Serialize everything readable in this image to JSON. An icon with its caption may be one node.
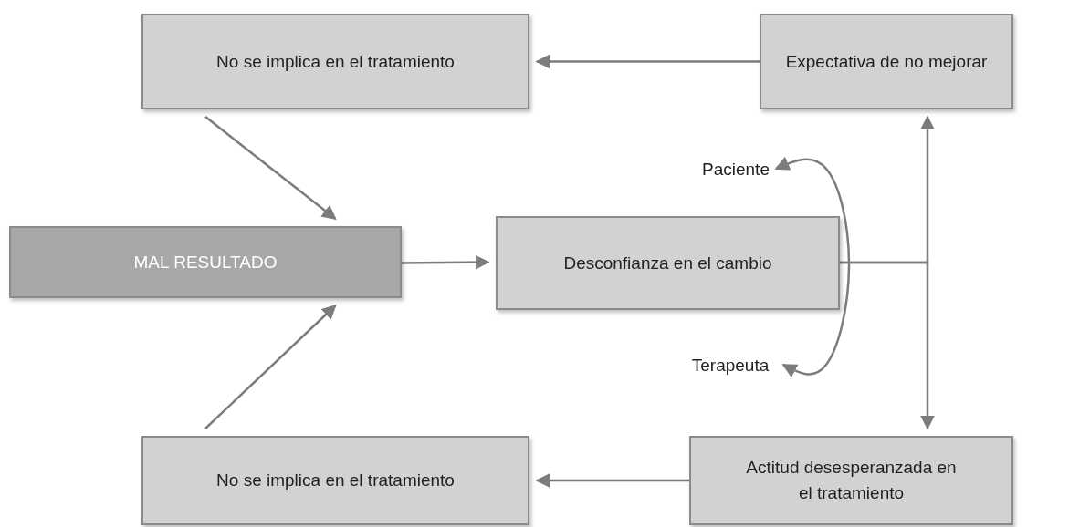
{
  "diagram": {
    "nodes": [
      {
        "text": [
          "No se implica en el tratamiento"
        ]
      },
      {
        "text": [
          "Expectativa de no mejorar"
        ]
      },
      {
        "text": [
          "Paciente"
        ]
      },
      {
        "text": [
          "MAL RESULTADO"
        ]
      },
      {
        "text": [
          "Desconfianza en el cambio"
        ]
      },
      {
        "text": [
          "Terapeuta"
        ]
      },
      {
        "text": [
          "No se implica en el tratamiento"
        ]
      },
      {
        "text": [
          "Actitud desesperanzada en el tratamiento"
        ]
      }
    ],
    "edges": [
      {
        "from": 1,
        "to": 0,
        "arrow": "to"
      },
      {
        "from": 0,
        "to": 3,
        "arrow": "to"
      },
      {
        "from": 3,
        "to": 4,
        "arrow": "to"
      },
      {
        "from": 4,
        "to": 1,
        "arrow": "to"
      },
      {
        "from": 4,
        "to": 7,
        "arrow": "to"
      },
      {
        "from": 2,
        "to": 5,
        "arrow": "both"
      },
      {
        "from": 6,
        "to": 3,
        "arrow": "to"
      },
      {
        "from": 7,
        "to": 6,
        "arrow": "to"
      }
    ]
  }
}
